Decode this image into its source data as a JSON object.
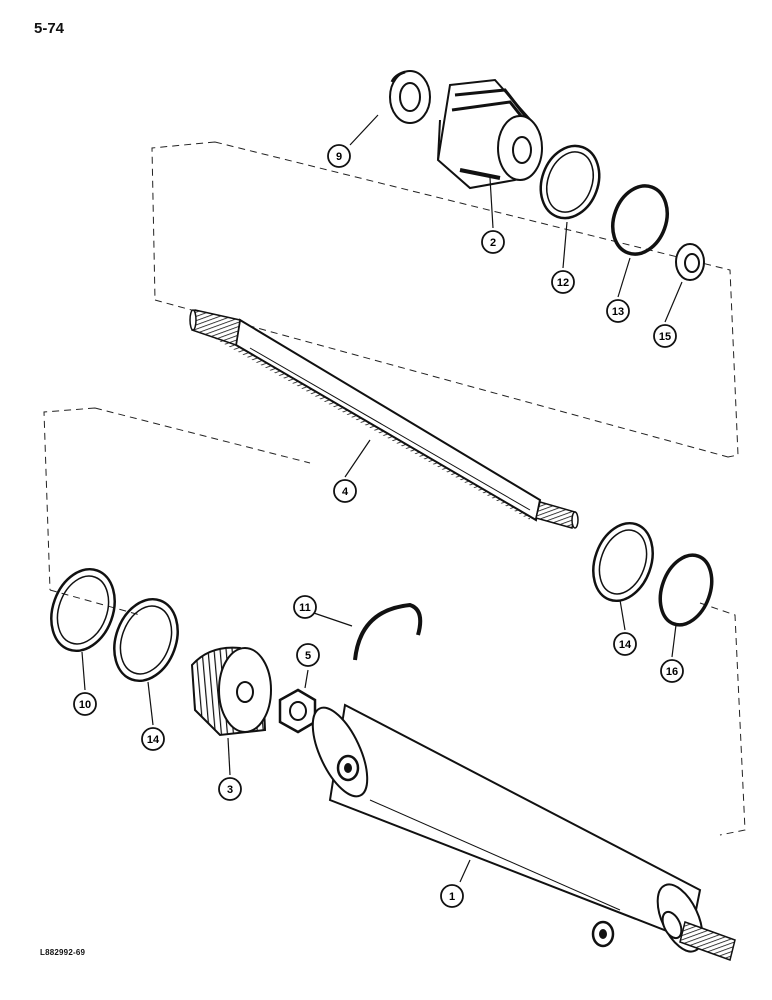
{
  "page": {
    "page_number": "5-74",
    "figure_code": "L882992-69"
  },
  "callouts": [
    {
      "id": "c1",
      "label": "1"
    },
    {
      "id": "c2",
      "label": "2"
    },
    {
      "id": "c3",
      "label": "3"
    },
    {
      "id": "c4",
      "label": "4"
    },
    {
      "id": "c5",
      "label": "5"
    },
    {
      "id": "c9",
      "label": "9"
    },
    {
      "id": "c10",
      "label": "10"
    },
    {
      "id": "c11",
      "label": "11"
    },
    {
      "id": "c12",
      "label": "12"
    },
    {
      "id": "c13",
      "label": "13"
    },
    {
      "id": "c14a",
      "label": "14"
    },
    {
      "id": "c14b",
      "label": "14"
    },
    {
      "id": "c15",
      "label": "15"
    },
    {
      "id": "c16",
      "label": "16"
    }
  ]
}
